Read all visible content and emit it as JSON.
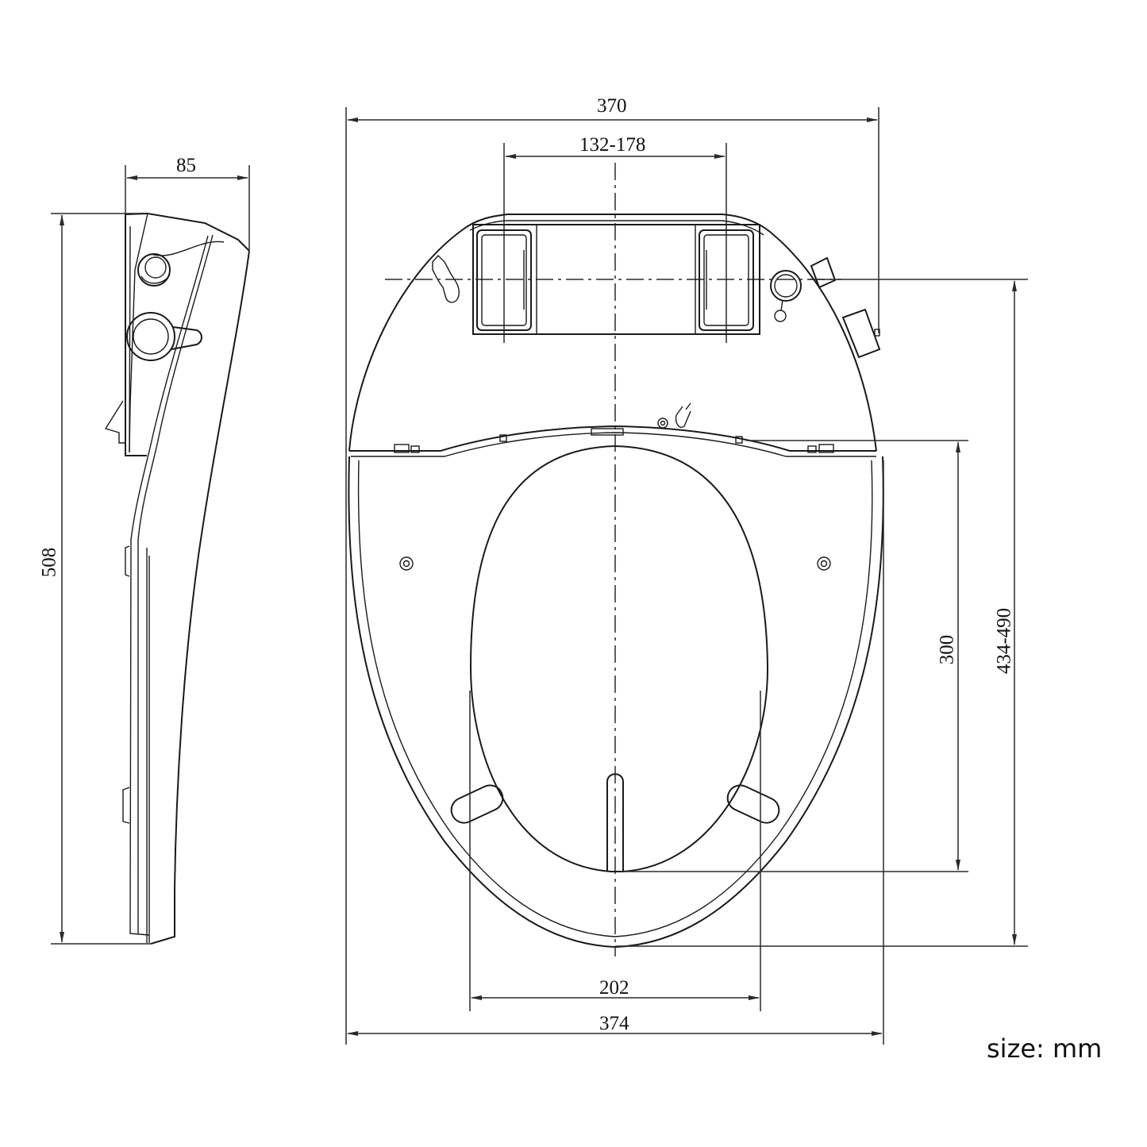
{
  "drawing": {
    "subject": "bidet toilet seat dimension drawing",
    "views": [
      "side-view",
      "top-view"
    ],
    "line_color": "#1a1a1a",
    "background": "#ffffff"
  },
  "dimensions": {
    "side_depth": "85",
    "side_length": "508",
    "overall_width_top": "370",
    "hinge_spacing": "132-178",
    "hinge_to_front": "434-490",
    "mount_to_opening_front": "300",
    "opening_width": "202",
    "overall_width_bottom": "374"
  },
  "units": {
    "label": "size: mm"
  }
}
